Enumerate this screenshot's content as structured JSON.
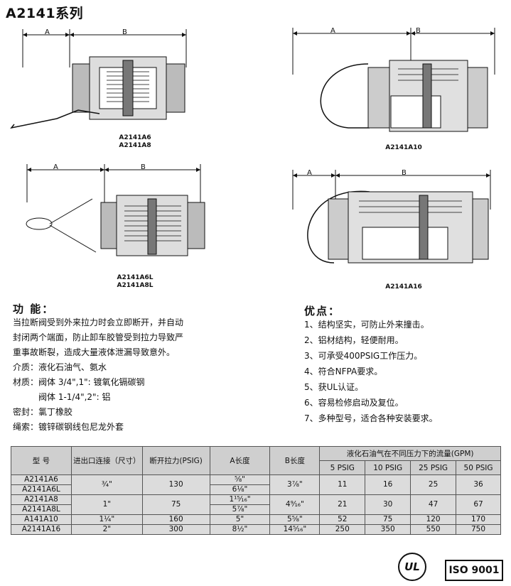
{
  "title": "A2141系列",
  "drawings": {
    "d1_label_a": "A",
    "d1_label_b": "B",
    "d1_caption_1": "A2141A6",
    "d1_caption_2": "A2141A8",
    "d2_label_a": "A",
    "d2_label_b": "B",
    "d2_caption_1": "A2141A10",
    "d3_label_a": "A",
    "d3_label_b": "B",
    "d3_caption_1": "A2141A6L",
    "d3_caption_2": "A2141A8L",
    "d4_label_a": "A",
    "d4_label_b": "B",
    "d4_caption_1": "A2141A16"
  },
  "function": {
    "heading": "功  能：",
    "lines": [
      "当拉断阀受到外来拉力时会立即断开，并自动",
      "封闭两个端面，防止卸车胶管受到拉力导致严",
      "重事故断裂，造成大量液体泄漏导致意外。",
      "介质：液化石油气、氨水",
      "材质：阀体 3/4\",1\": 镀氧化镉碳钢",
      "　　　阀体 1-1/4\",2\": 铝",
      "密封：氯丁橡胶",
      "绳索：镀锌碳钢线包尼龙外套"
    ]
  },
  "advantages": {
    "heading": "优点：",
    "items": [
      "1、结构坚实，可防止外来撞击。",
      "2、铝材结构，轻便耐用。",
      "3、可承受400PSIG工作压力。",
      "4、符合NFPA要求。",
      "5、获UL认证。",
      "6、容易检修启动及复位。",
      "7、多种型号，适合各种安装要求。"
    ]
  },
  "table": {
    "h_model": "型  号",
    "h_port": "进出口连接（尺寸）",
    "h_break": "断开拉力(PSIG)",
    "h_a": "A长度",
    "h_b": "B长度",
    "h_flow": "液化石油气在不同压力下的流量(GPM)",
    "h_p1": "5 PSIG",
    "h_p2": "10 PSIG",
    "h_p3": "25 PSIG",
    "h_p4": "50 PSIG",
    "r1_model": "A2141A6",
    "r1_port": "¾\"",
    "r1_break": "130",
    "r1_a": "⅝\"",
    "r1_b": "3⅞\"",
    "r1_f1": "11",
    "r1_f2": "16",
    "r1_f3": "25",
    "r1_f4": "36",
    "r2_model": "A2141A6L",
    "r2_a": "6⅛\"",
    "r3_model": "A2141A8",
    "r3_port": "1\"",
    "r3_break": "75",
    "r3_a": "1¹⁵⁄₁₆\"",
    "r3_b": "4⁹⁄₁₆\"",
    "r3_f1": "21",
    "r3_f2": "30",
    "r3_f3": "47",
    "r3_f4": "67",
    "r4_model": "A2141A8L",
    "r4_a": "5⅞\"",
    "r5_model": "A141A10",
    "r5_port": "1¼\"",
    "r5_break": "160",
    "r5_a": "5\"",
    "r5_b": "5⅝\"",
    "r5_f1": "52",
    "r5_f2": "75",
    "r5_f3": "120",
    "r5_f4": "170",
    "r6_model": "A2141A16",
    "r6_port": "2\"",
    "r6_break": "300",
    "r6_a": "8½\"",
    "r6_b": "14⁵⁄₁₆\"",
    "r6_f1": "250",
    "r6_f2": "350",
    "r6_f3": "550",
    "r6_f4": "750"
  },
  "logos": {
    "ul": "UL",
    "iso": "ISO 9001"
  }
}
